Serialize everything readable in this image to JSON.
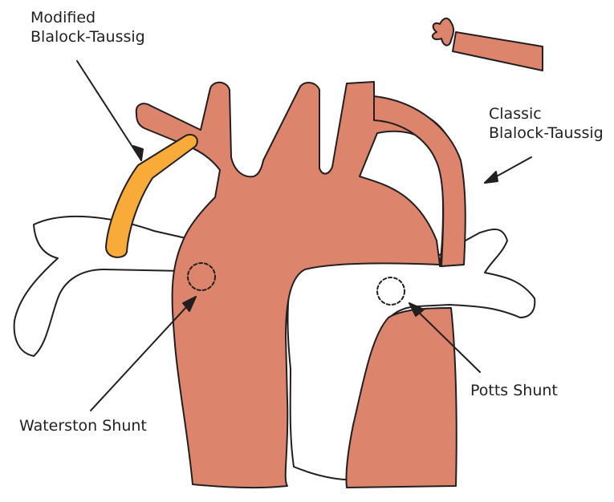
{
  "labels": {
    "modified_bt": [
      "Modified",
      "Blalock-Taussig"
    ],
    "classic_bt": [
      "Classic",
      "Blalock-Taussig"
    ],
    "waterston": "Waterston Shunt",
    "potts": "Potts Shunt"
  },
  "colors": {
    "vessel": "#dd856c",
    "graft": "#f9ab3a",
    "outline": "#231f20",
    "pulmonary": "#ffffff"
  }
}
